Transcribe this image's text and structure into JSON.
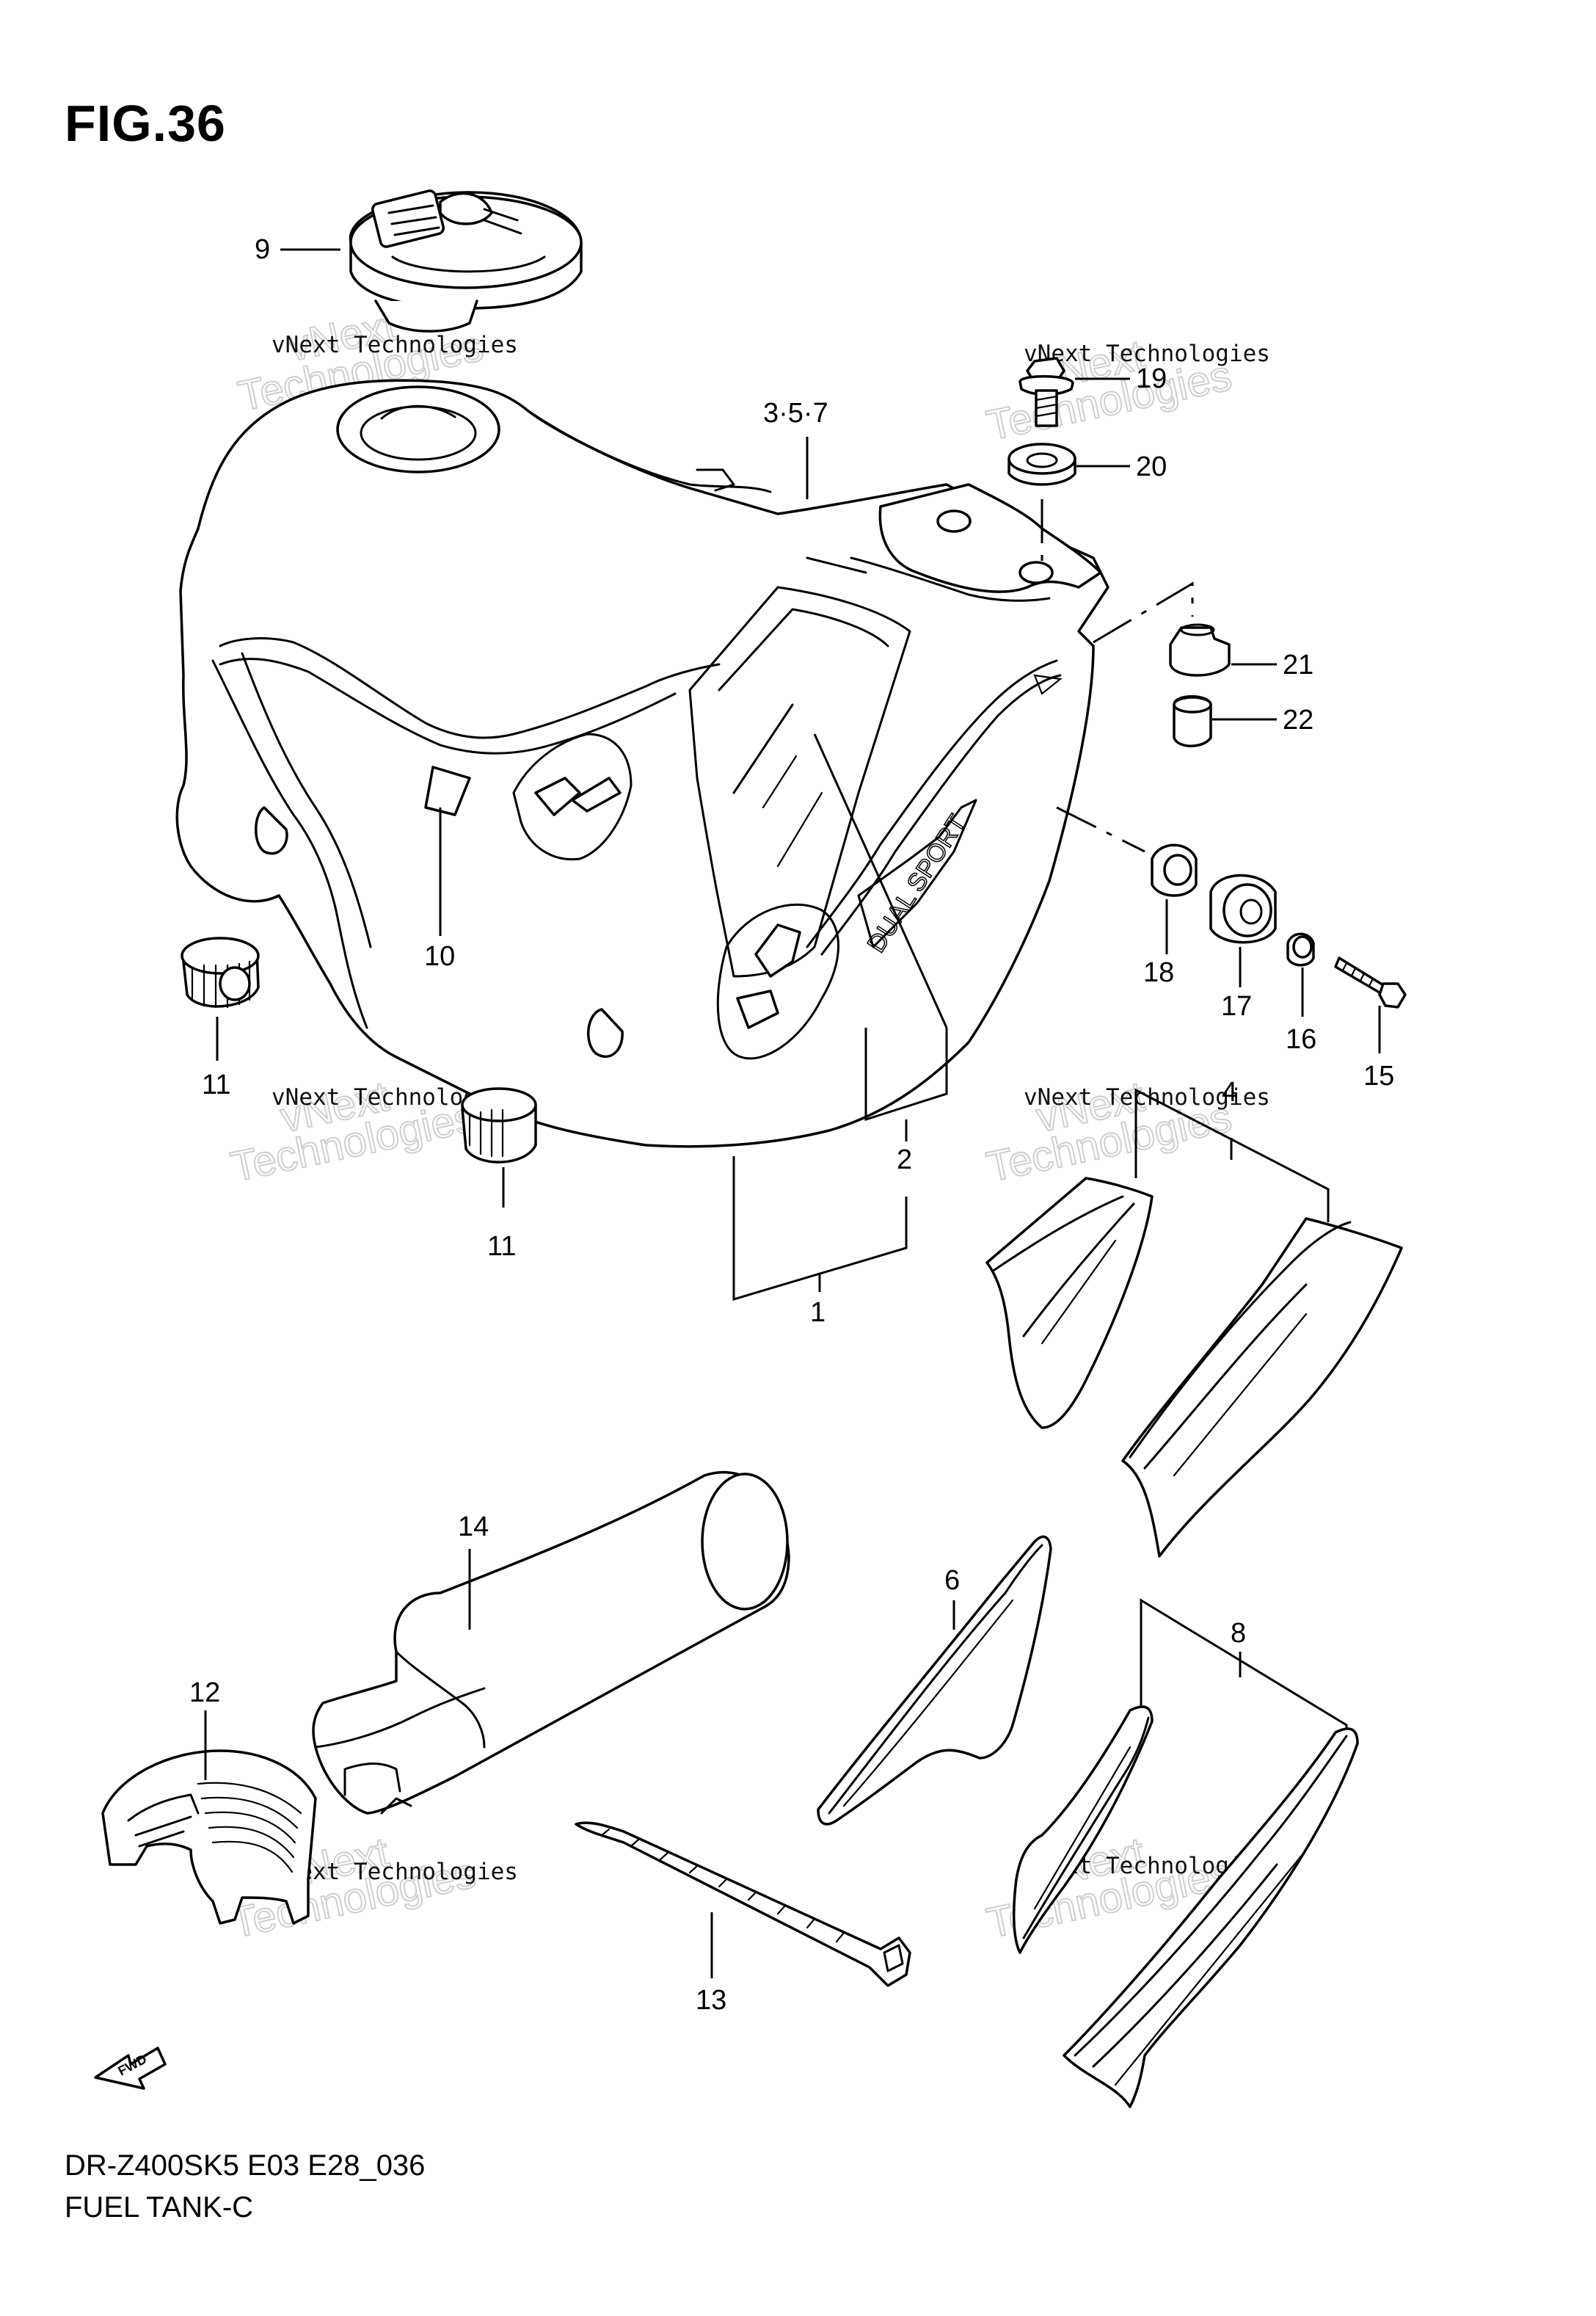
{
  "figure": {
    "title": "FIG.36",
    "model_code": "DR-Z400SK5 E03 E28_036",
    "diagram_name": "FUEL TANK-C"
  },
  "callouts": {
    "c1": "1",
    "c2": "2",
    "c357": "3·5·7",
    "c4": "4",
    "c6": "6",
    "c8": "8",
    "c9": "9",
    "c10": "10",
    "c11a": "11",
    "c11b": "11",
    "c12": "12",
    "c13": "13",
    "c14": "14",
    "c15": "15",
    "c16": "16",
    "c17": "17",
    "c18": "18",
    "c19": "19",
    "c20": "20",
    "c21": "21",
    "c22": "22"
  },
  "tank_decal_text": "DUAL SPORT",
  "fwd_label": "FWD",
  "watermark": {
    "small": "vNext Technologies",
    "large": "Technologies",
    "top": "vNext"
  }
}
